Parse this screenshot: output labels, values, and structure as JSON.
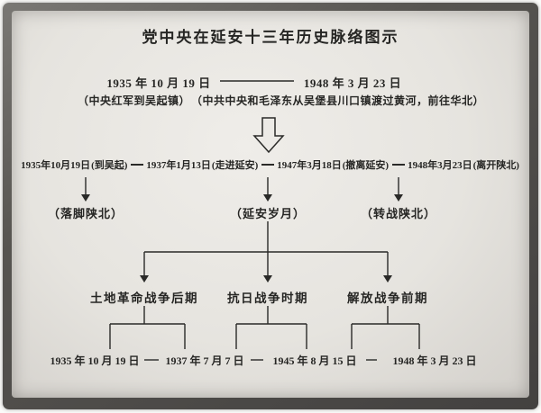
{
  "title": "党中央在延安十三年历史脉络图示",
  "overview": {
    "start_date": "1935 年 10 月 19 日",
    "end_date": "1948 年 3 月 23 日",
    "start_note": "（中央红军到吴起镇）",
    "end_note": "（中共中央和毛泽东从吴堡县川口镇渡过黄河，前往华北）"
  },
  "main_timeline": [
    {
      "date": "1935年10月19日",
      "note": "(到吴起)"
    },
    {
      "date": "1937年1月13日",
      "note": "(走进延安)"
    },
    {
      "date": "1947年3月18日",
      "note": "(撤离延安)"
    },
    {
      "date": "1948年3月23日",
      "note": "(离开陕北)"
    }
  ],
  "phases": [
    {
      "label": "（落脚陕北）"
    },
    {
      "label": "（延安岁月）"
    },
    {
      "label": "（转战陕北）"
    }
  ],
  "periods": [
    {
      "label": "土地革命战争后期"
    },
    {
      "label": "抗日战争时期"
    },
    {
      "label": "解放战争前期"
    }
  ],
  "bottom_timeline": [
    {
      "date": "1935 年 10 月 19 日"
    },
    {
      "date": "1937 年 7 月 7 日"
    },
    {
      "date": "1945 年 8 月 15 日"
    },
    {
      "date": "1948 年 3 月 23 日"
    }
  ],
  "colors": {
    "ink": "#2a2a28",
    "slide_background": "#e6e4df",
    "frame": "#565450"
  }
}
